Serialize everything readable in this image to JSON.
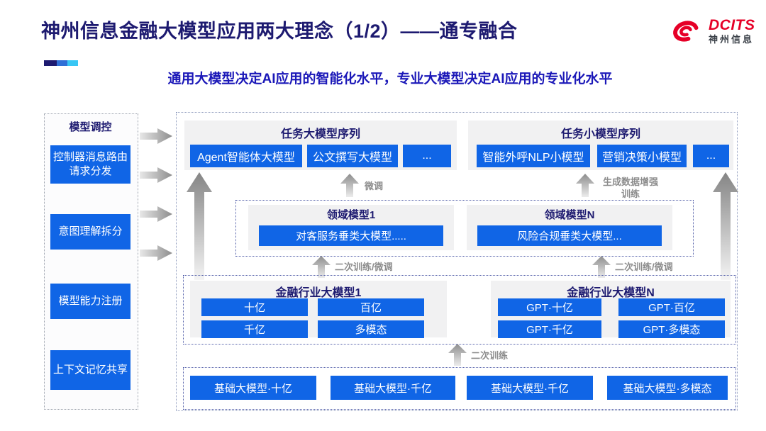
{
  "slide": {
    "title": "神州信息金融大模型应用两大理念（1/2）——通专融合",
    "subtitle": "通用大模型决定AI应用的智能化水平，专业大模型决定AI应用的专业化水平",
    "logo": {
      "brand": "DCITS",
      "company": "神州信息"
    }
  },
  "colors": {
    "accent_blue": "#1065E6",
    "title_navy": "#1D1A70",
    "subtitle_blue": "#1B18B8",
    "logo_red": "#E60027",
    "panel_gray": "#F1F1F2",
    "arrow_gray": "#8D8D8D",
    "deco_navy": "#1D1A70",
    "deco_blue": "#2F6FD6",
    "deco_cyan": "#38C6F4"
  },
  "sidebar": {
    "title": "模型调控",
    "items": [
      {
        "label": "控制器消息路由请求分发"
      },
      {
        "label": "意图理解拆分"
      },
      {
        "label": "模型能力注册"
      },
      {
        "label": "上下文记忆共享"
      }
    ]
  },
  "diagram": {
    "task_large": {
      "title": "任务大模型序列",
      "items": [
        "Agent智能体大模型",
        "公文撰写大模型",
        "..."
      ]
    },
    "task_small": {
      "title": "任务小模型序列",
      "items": [
        "智能外呼NLP小模型",
        "营销决策小模型",
        "..."
      ]
    },
    "domain_models": [
      {
        "title": "领域模型1",
        "model": "对客服务垂类大模型....."
      },
      {
        "title": "领域模型N",
        "model": "风险合规垂类大模型..."
      }
    ],
    "industry_models": [
      {
        "title": "金融行业大模型1",
        "items": [
          "十亿",
          "百亿",
          "千亿",
          "多模态"
        ]
      },
      {
        "title": "金融行业大模型N",
        "items": [
          "GPT·十亿",
          "GPT·百亿",
          "GPT·千亿",
          "GPT·多模态"
        ]
      }
    ],
    "base_models": [
      "基础大模型·十亿",
      "基础大模型·千亿",
      "基础大模型·千亿",
      "基础大模型·多模态"
    ],
    "arrow_labels": {
      "fine_tune": "微调",
      "gen_data_train": "生成数据增强训练",
      "secondary_left": "二次训练/微调",
      "secondary_right": "二次训练/微调",
      "secondary_train": "二次训练"
    }
  }
}
